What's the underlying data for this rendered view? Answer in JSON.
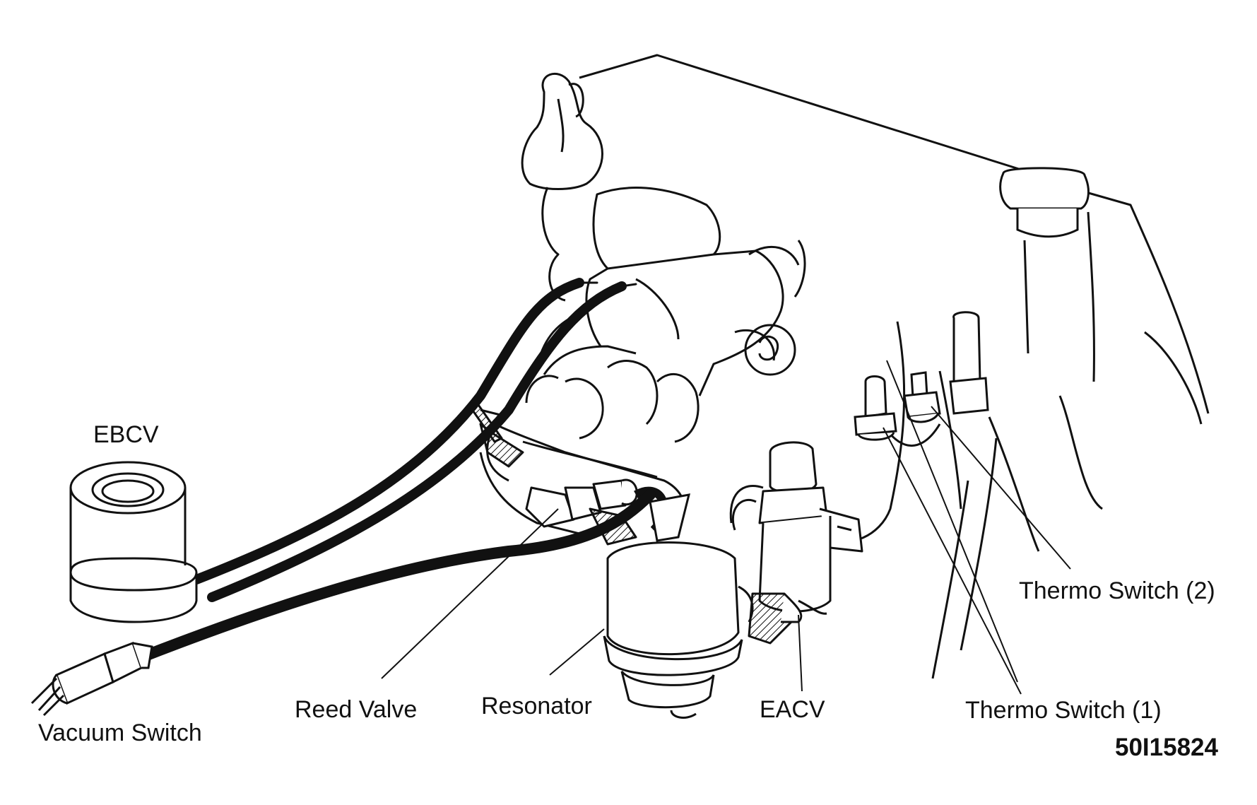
{
  "labels": {
    "ebcv": "EBCV",
    "vacuum_switch": "Vacuum Switch",
    "reed_valve": "Reed Valve",
    "resonator": "Resonator",
    "eacv": "EACV",
    "thermo_switch_1": "Thermo Switch (1)",
    "thermo_switch_2": "Thermo Switch (2)"
  },
  "figure_code": "50I15824",
  "colors": {
    "ink": "#111111",
    "background": "#ffffff"
  }
}
